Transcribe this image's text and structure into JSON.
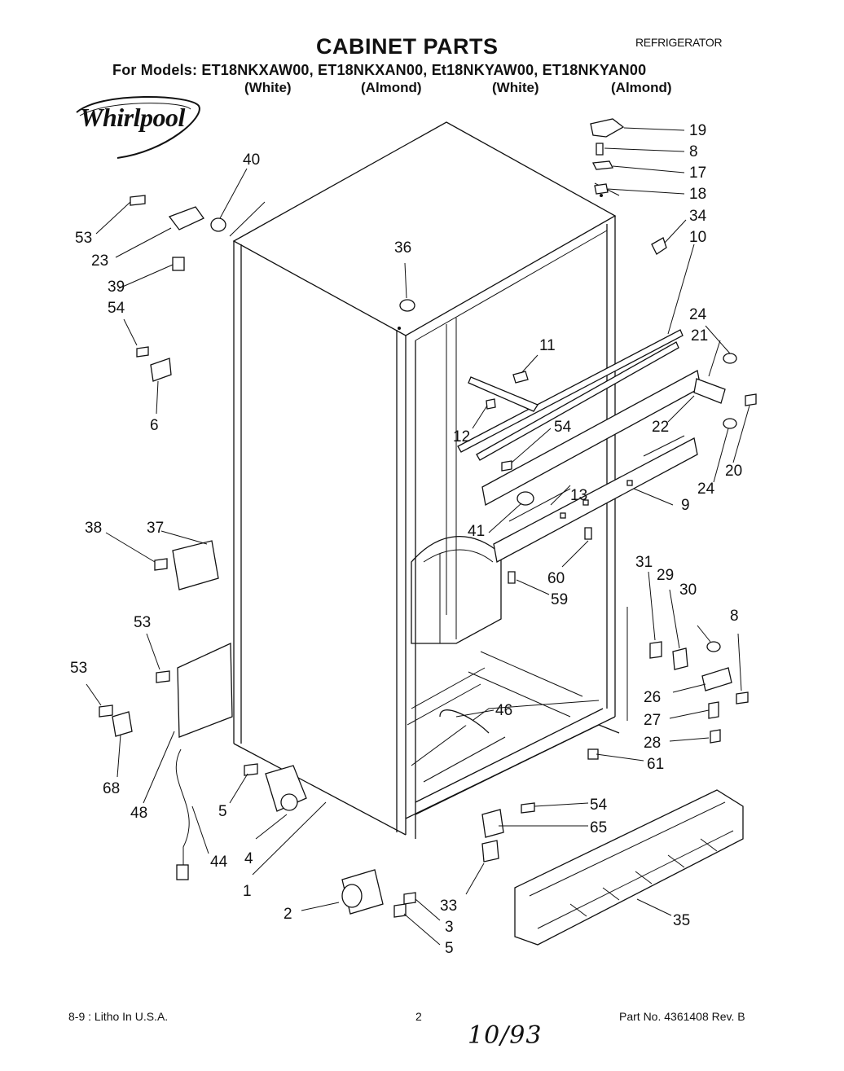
{
  "header": {
    "title": "CABINET PARTS",
    "category": "REFRIGERATOR",
    "models_line": "For Models: ET18NKXAW00, ET18NKXAN00, Et18NKYAW00, ET18NKYAN00",
    "colors": [
      "(White)",
      "(Almond)",
      "(White)",
      "(Almond)"
    ],
    "brand": "Whirlpool"
  },
  "callouts": [
    {
      "label": "19"
    },
    {
      "label": "8"
    },
    {
      "label": "17"
    },
    {
      "label": "18"
    },
    {
      "label": "34"
    },
    {
      "label": "10"
    },
    {
      "label": "40"
    },
    {
      "label": "53"
    },
    {
      "label": "23"
    },
    {
      "label": "39"
    },
    {
      "label": "36"
    },
    {
      "label": "54"
    },
    {
      "label": "6"
    },
    {
      "label": "11"
    },
    {
      "label": "24"
    },
    {
      "label": "21"
    },
    {
      "label": "12"
    },
    {
      "label": "54"
    },
    {
      "label": "22"
    },
    {
      "label": "24"
    },
    {
      "label": "20"
    },
    {
      "label": "13"
    },
    {
      "label": "9"
    },
    {
      "label": "41"
    },
    {
      "label": "38"
    },
    {
      "label": "37"
    },
    {
      "label": "60"
    },
    {
      "label": "59"
    },
    {
      "label": "31"
    },
    {
      "label": "29"
    },
    {
      "label": "30"
    },
    {
      "label": "8"
    },
    {
      "label": "53"
    },
    {
      "label": "53"
    },
    {
      "label": "26"
    },
    {
      "label": "46"
    },
    {
      "label": "27"
    },
    {
      "label": "28"
    },
    {
      "label": "61"
    },
    {
      "label": "68"
    },
    {
      "label": "48"
    },
    {
      "label": "5"
    },
    {
      "label": "54"
    },
    {
      "label": "65"
    },
    {
      "label": "44"
    },
    {
      "label": "4"
    },
    {
      "label": "1"
    },
    {
      "label": "2"
    },
    {
      "label": "33"
    },
    {
      "label": "3"
    },
    {
      "label": "35"
    },
    {
      "label": "5"
    }
  ],
  "footer": {
    "left": "8-9 : Litho In U.S.A.",
    "page": "2",
    "part_no": "Part No. 4361408 Rev. B",
    "handwritten": "10/93"
  }
}
